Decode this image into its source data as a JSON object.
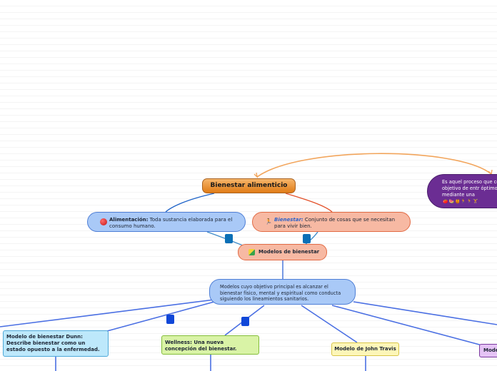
{
  "central": {
    "label": "Bienestar alimenticio"
  },
  "alimentacion": {
    "term": "Alimentación:",
    "text": " Toda sustancia elaborada para el consumo humano."
  },
  "bienestar": {
    "term": "Bienestar:",
    "text": " Conjunto de cosas que se necesitan para vivir bien."
  },
  "modelos": {
    "label": "Modelos de bienestar"
  },
  "descripcion": {
    "text": "Modelos cuyo objetivo principal es alcanzar el bienestar físico, mental y espiritual como conducta siguiendo los lineamientos sanitarios."
  },
  "purple_note": {
    "text": "Es aquel proceso que con el objetivo de entr óptimo mediante una",
    "emoji_row": "🍅🍉🍯🏃🏃🏋"
  },
  "branches": {
    "dunn": "Modelo de bienestar Dunn: Describe bienestar como un estado opuesto a la enfermedad.",
    "wellness": "Wellness: Una nueva concepción del bienestar.",
    "travis": "Modelo de John Travis",
    "fifth": "Mode"
  },
  "colors": {
    "line_blue": "#4a6fe3",
    "line_orange": "#e36a3c",
    "arc_orange": "#f2a55c",
    "marker_blue": "#0a6fb6",
    "marker_dark": "#1047d8"
  }
}
